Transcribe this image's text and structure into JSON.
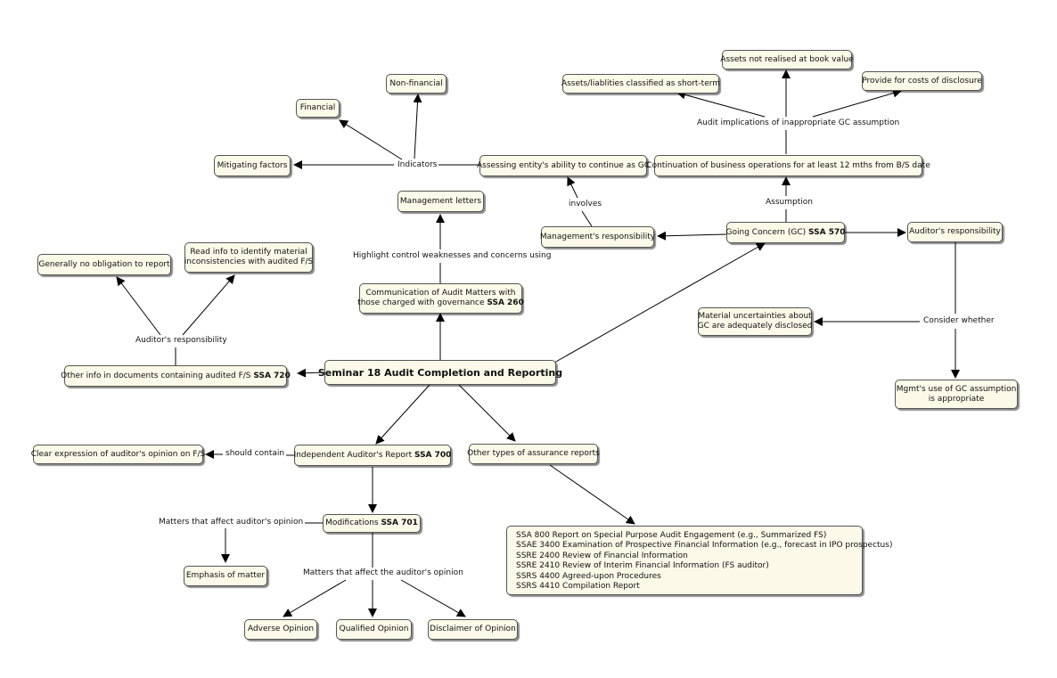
{
  "nodes": {
    "seminar": "Seminar 18 Audit Completion and Reporting",
    "comm_l1": "Communication of Audit Matters with",
    "comm_l2": "those charged with governance ",
    "comm_ssa": "SSA 260",
    "mgmt_letters": "Management letters",
    "other_info": "Other info in documents containing audited F/S ",
    "other_info_ssa": "SSA 720",
    "no_obligation": "Generally no obligation to report",
    "read_info_l1": "Read info to identify material",
    "read_info_l2": "inconsistencies with audited F/S",
    "gc": "Going Concern (GC) ",
    "gc_ssa": "SSA 570",
    "mgmt_resp": "Management's responsibility",
    "assessing": "Assessing entity's ability to continue as GC",
    "mitigating": "Mitigating factors",
    "financial": "Financial",
    "nonfinancial": "Non-financial",
    "continuation": "Continuation of business operations for at least 12 mths from B/S date",
    "assets_liab": "Assets/liablities classified as short-term",
    "assets_book": "Assets not realised at book value",
    "provide_costs": "Provide for costs of disclosure",
    "auditor_resp_gc": "Auditor's responsibility",
    "material_unc_l1": "Material uncertainties about",
    "material_unc_l2": "GC are adequately disclosed",
    "mgmt_use_l1": "Mgmt's use of GC assumption",
    "mgmt_use_l2": "is appropriate",
    "iar": "Independent Auditor's Report ",
    "iar_ssa": "SSA 700",
    "clear_expr": "Clear expression of auditor's opinion on F/S",
    "modifications": "Modifications ",
    "mod_ssa": "SSA 701",
    "emphasis": "Emphasis of matter",
    "adverse": "Adverse Opinion",
    "qualified": "Qualified Opinion",
    "disclaimer": "Disclaimer of Opinion",
    "other_types": "Other types of assurance reports",
    "assurance_list": [
      "SSA 800 Report on Special Purpose Audit Engagement (e.g., Summarized FS)",
      "SSAE 3400 Examination of Prospective Financial Information (e.g., forecast in IPO prospectus)",
      "SSRE 2400 Review of Financial Information",
      "SSRE 2410 Review of Interim Financial Information (FS auditor)",
      "SSRS 4400 Agreed-upon Procedures",
      "SSRS 4410 Compilation Report"
    ]
  },
  "labels": {
    "highlight": "Highlight control weaknesses and concerns using",
    "auditor_resp_oi": "Auditor's responsibility",
    "indicators": "Indicators",
    "involves": "involves",
    "assumption": "Assumption",
    "audit_impl": "Audit implications of inappropriate GC assumption",
    "consider": "Consider whether",
    "should_contain": "should contain",
    "matters_affect": "Matters that affect auditor's opinion",
    "matters_affect_the": "Matters that affect the auditor's opinion"
  }
}
